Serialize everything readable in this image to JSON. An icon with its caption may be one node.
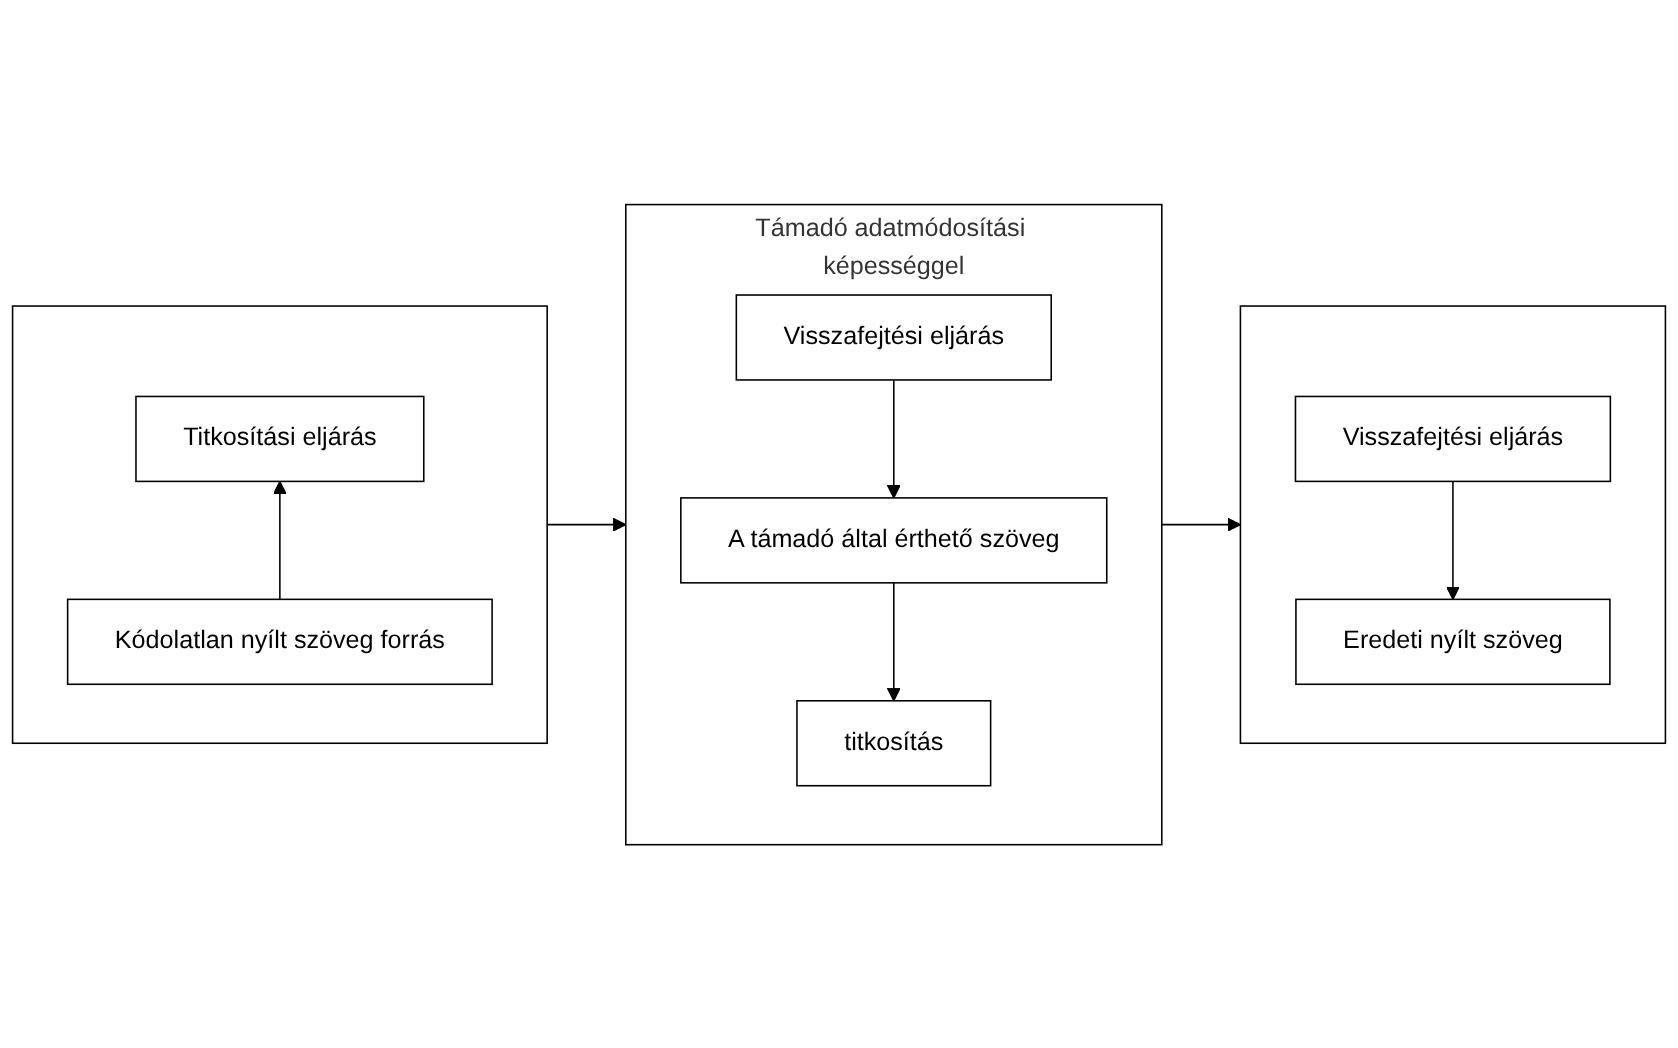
{
  "diagram": {
    "nodes": [
      {
        "text": [],
        "shape": "box"
      },
      {
        "text": [
          "Titkosítási eljárás"
        ],
        "in": 0
      },
      {
        "text": [
          "Kódolatlan nyílt szöveg forrás"
        ],
        "in": 0
      },
      {
        "text": [
          "Támadó adatmódosítási képességgel"
        ]
      },
      {
        "text": [
          "Visszafejtési eljárás"
        ],
        "in": 3
      },
      {
        "text": [
          "A támadó által érthető szöveg"
        ],
        "in": 3
      },
      {
        "text": [
          "titkosítás"
        ],
        "in": 3
      },
      {
        "text": [],
        "shape": "box"
      },
      {
        "text": [
          "Visszafejtési eljárás"
        ],
        "in": 7
      },
      {
        "text": [
          "Eredeti nyílt szöveg"
        ],
        "in": 7
      }
    ],
    "edges": [
      {
        "from": 2,
        "to": 1,
        "arrow": "to"
      },
      {
        "from": 0,
        "to": 3,
        "arrow": "to"
      },
      {
        "from": 4,
        "to": 5,
        "arrow": "to"
      },
      {
        "from": 5,
        "to": 6,
        "arrow": "to"
      },
      {
        "from": 3,
        "to": 7,
        "arrow": "to"
      },
      {
        "from": 8,
        "to": 9,
        "arrow": "to"
      }
    ]
  }
}
